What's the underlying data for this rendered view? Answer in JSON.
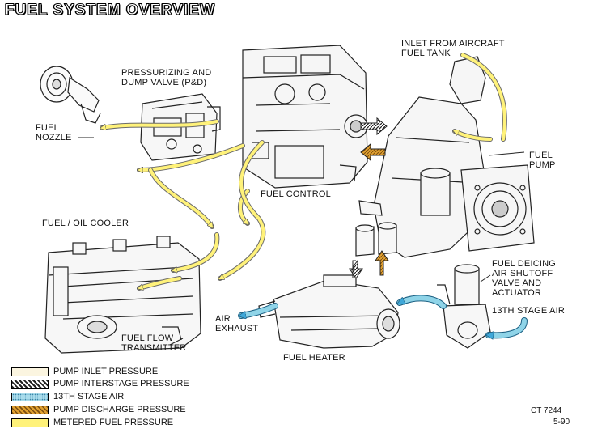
{
  "title": "FUEL SYSTEM OVERVIEW",
  "labels": {
    "pd_valve": [
      "PRESSURIZING AND",
      "DUMP VALVE (P&D)"
    ],
    "fuel_nozzle": [
      "FUEL",
      "NOZZLE"
    ],
    "fuel_control": [
      "FUEL CONTROL"
    ],
    "inlet": [
      "INLET FROM AIRCRAFT",
      "FUEL TANK"
    ],
    "fuel_pump": [
      "FUEL",
      "PUMP"
    ],
    "oil_cooler": [
      "FUEL / OIL COOLER"
    ],
    "deicing": [
      "FUEL DEICING",
      "AIR SHUTOFF",
      "VALVE AND",
      "ACTUATOR"
    ],
    "stage_air": [
      "13TH STAGE AIR"
    ],
    "air_exhaust": [
      "AIR",
      "EXHAUST"
    ],
    "flow_tx": [
      "FUEL FLOW",
      "TRANSMITTER"
    ],
    "fuel_heater": [
      "FUEL HEATER"
    ]
  },
  "legend": [
    {
      "label": "PUMP INLET PRESSURE",
      "color": "#fbf5e0",
      "pattern": "plain"
    },
    {
      "label": "PUMP INTERSTAGE PRESSURE",
      "color": "#3a3a3a",
      "pattern": "hatch"
    },
    {
      "label": "13TH STAGE AIR",
      "color": "#8fd4e8",
      "pattern": "dots"
    },
    {
      "label": "PUMP DISCHARGE PRESSURE",
      "color": "#e0a030",
      "pattern": "hatch"
    },
    {
      "label": "METERED FUEL PRESSURE",
      "color": "#fff27a",
      "pattern": "plain"
    }
  ],
  "reference": {
    "code": "CT 7244",
    "date": "5-90"
  },
  "colors": {
    "metered": "#fff27a",
    "stage_air": "#3fa7d8",
    "discharge": "#e0a030",
    "interstage": "#3a3a3a"
  }
}
